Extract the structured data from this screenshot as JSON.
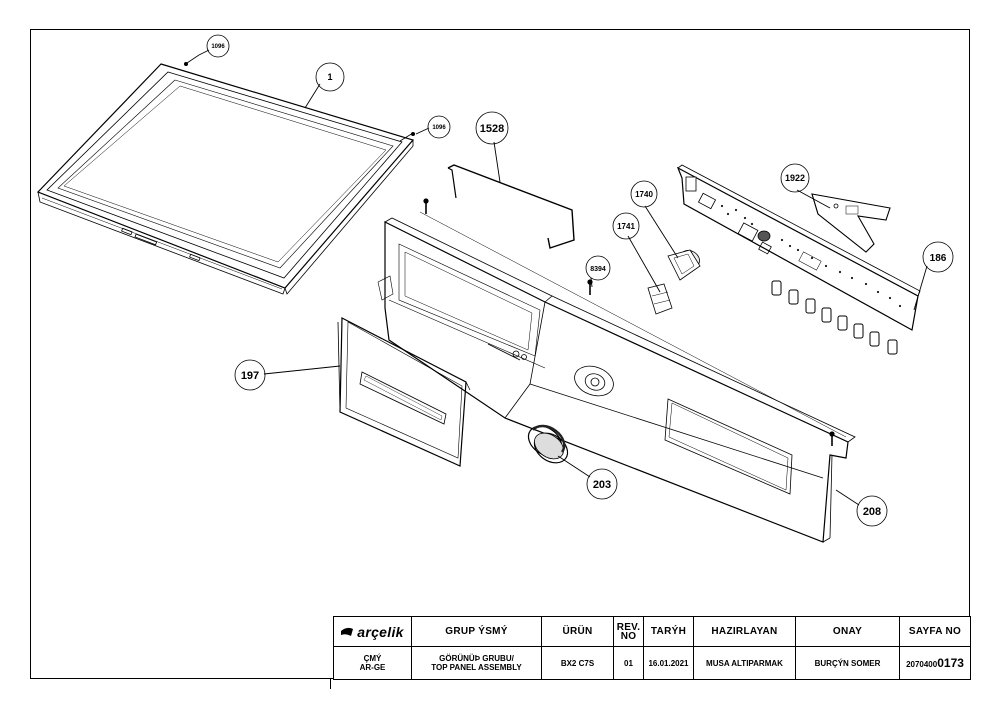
{
  "callouts": {
    "c1": "1",
    "c1096a": "1096",
    "c1096b": "1096",
    "c1528": "1528",
    "c8394": "8394",
    "c1740": "1740",
    "c1741": "1741",
    "c1922": "1922",
    "c186": "186",
    "c197": "197",
    "c203": "203",
    "c208": "208"
  },
  "title_block": {
    "brand": "arçelik",
    "headers": {
      "group_name": "GRUP ÝSMÝ",
      "product": "ÜRÜN",
      "rev_1": "REV.",
      "rev_2": "NO",
      "date": "TARÝH",
      "prepared_by": "HAZIRLAYAN",
      "approval": "ONAY",
      "page_no": "SAYFA NO"
    },
    "values": {
      "dept_1": "ÇMÝ",
      "dept_2": "AR-GE",
      "group_name_1": "GÖRÜNÜÞ GRUBU/",
      "group_name_2": "TOP PANEL ASSEMBLY",
      "product": "BX2 C7S",
      "revision": "01",
      "date": "16.01.2021",
      "prepared_by": "MUSA ALTIPARMAK",
      "approval": "BURÇÝN SOMER",
      "page_no_prefix": "2070400",
      "page_no_suffix": "0173"
    }
  }
}
